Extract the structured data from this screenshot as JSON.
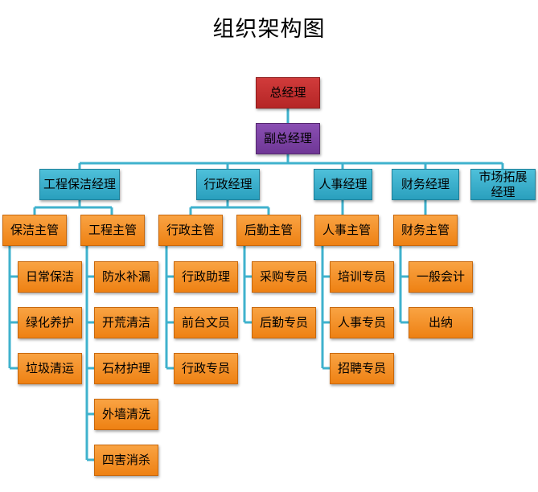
{
  "title": "组织架构图",
  "top": {
    "gm": "总经理",
    "vgm": "副总经理"
  },
  "departments": {
    "engineering": "工程保洁经理",
    "admin": "行政经理",
    "hr": "人事经理",
    "finance": "财务经理",
    "marketing": "市场拓展经理"
  },
  "supervisors": {
    "cleaning": "保洁主管",
    "engineering": "工程主管",
    "admin": "行政主管",
    "logistics": "后勤主管",
    "hr": "人事主管",
    "finance": "财务主管"
  },
  "staff": {
    "cleaning": [
      "日常保洁",
      "绿化养护",
      "垃圾清运"
    ],
    "engineering": [
      "防水补漏",
      "开荒清洁",
      "石材护理",
      "外墙清洗",
      "四害消杀"
    ],
    "admin": [
      "行政助理",
      "前台文员",
      "行政专员"
    ],
    "logistics": [
      "采购专员",
      "后勤专员"
    ],
    "hr": [
      "培训专员",
      "人事专员",
      "招聘专员"
    ],
    "finance": [
      "一般会计",
      "出纳"
    ]
  },
  "colors": {
    "executive": "#c62f2f",
    "deputy": "#7b41a3",
    "department": "#34acc9",
    "unit": "#f39022",
    "connector": "#3fb2cd"
  }
}
